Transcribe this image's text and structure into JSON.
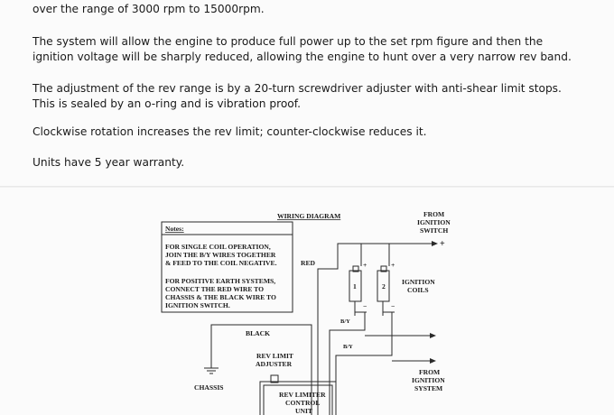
{
  "text": {
    "line1": "over the range of 3000 rpm to 15000rpm.",
    "para2": "The system will allow the engine to produce full power up to the set rpm figure and then the ignition voltage will be sharply reduced, allowing the engine to hunt over a very narrow rev band.",
    "para3": "The adjustment of the rev range is by a 20-turn screwdriver adjuster with anti-shear limit stops. This is sealed by an o-ring and is vibration proof.",
    "para4": "Clockwise rotation increases the rev limit; counter-clockwise reduces it.",
    "para5": "Units have 5 year warranty."
  },
  "diagram": {
    "title": "WIRING DIAGRAM",
    "notes_title": "Notes:",
    "note1": [
      "FOR SINGLE COIL OPERATION,",
      "JOIN THE B/Y WIRES TOGETHER",
      "& FEED TO THE COIL NEGATIVE."
    ],
    "note2": [
      "FOR POSITIVE EARTH SYSTEMS,",
      "CONNECT THE RED WIRE TO",
      "CHASSIS & THE BLACK WIRE TO",
      "IGNITION SWITCH."
    ],
    "red": "RED",
    "black": "BLACK",
    "by1": "B/Y",
    "by2": "B/Y",
    "from_switch": [
      "FROM",
      "IGNITION",
      "SWITCH"
    ],
    "ignition_coils": [
      "IGNITION",
      "COILS"
    ],
    "coil1": "1",
    "coil2": "2",
    "plus": "+",
    "minus": "−",
    "rev_adjuster": [
      "REV LIMIT",
      "ADJUSTER"
    ],
    "chassis": "CHASSIS",
    "control_unit": [
      "REV LIMITER",
      "CONTROL",
      "UNIT"
    ],
    "from_system": [
      "FROM",
      "IGNITION",
      "SYSTEM"
    ]
  }
}
